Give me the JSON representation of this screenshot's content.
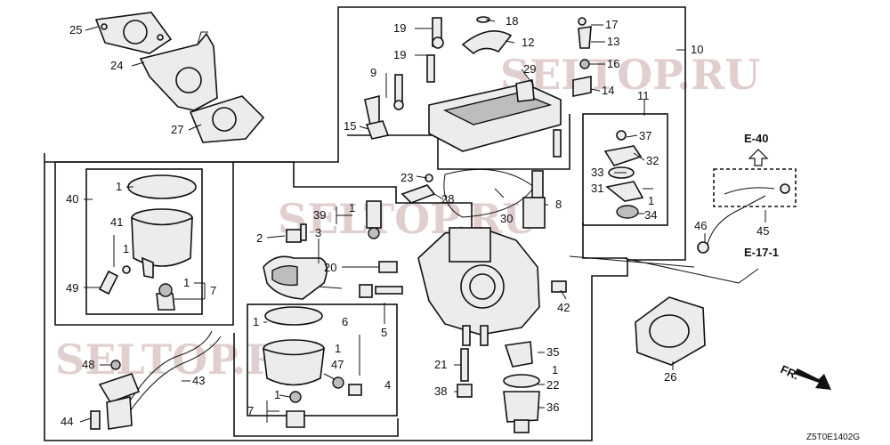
{
  "watermark": "SELTOP.RU",
  "diagram_code": "Z5T0E1402G",
  "direction_label": "FR.",
  "references": {
    "e40": "E-40",
    "e17": "E-17-1"
  },
  "part_numbers": [
    "1",
    "2",
    "3",
    "4",
    "5",
    "6",
    "7",
    "8",
    "9",
    "10",
    "11",
    "12",
    "13",
    "14",
    "15",
    "16",
    "17",
    "18",
    "19",
    "20",
    "21",
    "22",
    "23",
    "24",
    "25",
    "26",
    "27",
    "28",
    "29",
    "30",
    "31",
    "32",
    "33",
    "34",
    "35",
    "36",
    "37",
    "38",
    "39",
    "40",
    "41",
    "42",
    "43",
    "44",
    "45",
    "46",
    "47",
    "48",
    "49"
  ]
}
